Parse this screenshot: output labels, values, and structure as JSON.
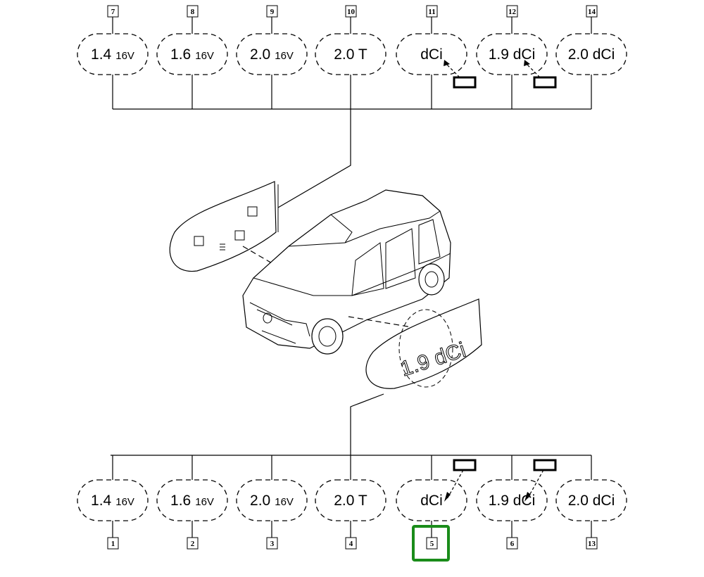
{
  "top_row": [
    {
      "ref": "7",
      "main": "1.4",
      "suffix": "16V",
      "arrow": false
    },
    {
      "ref": "8",
      "main": "1.6",
      "suffix": "16V",
      "arrow": false
    },
    {
      "ref": "9",
      "main": "2.0",
      "suffix": "16V",
      "arrow": false
    },
    {
      "ref": "10",
      "main": "2.0 T",
      "suffix": "",
      "arrow": false
    },
    {
      "ref": "11",
      "main": "dCi",
      "suffix": "",
      "arrow": true
    },
    {
      "ref": "12",
      "main": "1.9 dCi",
      "suffix": "",
      "arrow": true
    },
    {
      "ref": "14",
      "main": "2.0 dCi",
      "suffix": "",
      "arrow": false
    }
  ],
  "bottom_row": [
    {
      "ref": "1",
      "main": "1.4",
      "suffix": "16V",
      "arrow": false
    },
    {
      "ref": "2",
      "main": "1.6",
      "suffix": "16V",
      "arrow": false
    },
    {
      "ref": "3",
      "main": "2.0",
      "suffix": "16V",
      "arrow": false
    },
    {
      "ref": "4",
      "main": "2.0 T",
      "suffix": "",
      "arrow": false
    },
    {
      "ref": "5",
      "main": "dCi",
      "suffix": "",
      "arrow": true,
      "highlighted": true
    },
    {
      "ref": "6",
      "main": "1.9 dCi",
      "suffix": "",
      "arrow": true
    },
    {
      "ref": "13",
      "main": "2.0 dCi",
      "suffix": "",
      "arrow": false
    }
  ],
  "side_badge_text": "1.9 dCi",
  "highlight_color": "#1a8c1a"
}
